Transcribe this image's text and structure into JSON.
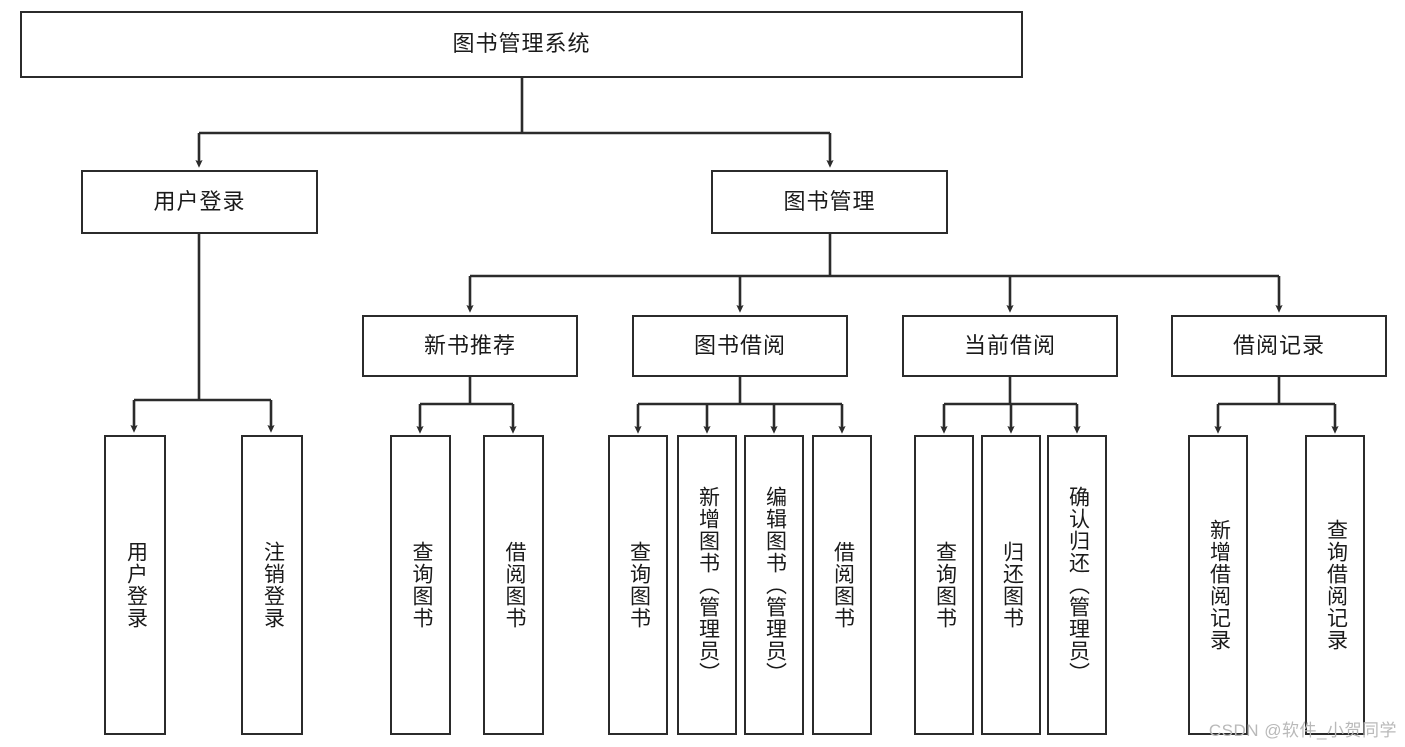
{
  "diagram": {
    "type": "tree-hierarchy",
    "title": "图书管理系统",
    "orientation": "top-down",
    "colors": {
      "box_border": "#2b2b2b",
      "box_fill": "#ffffff",
      "connector": "#2b2b2b",
      "text": "#1a1a1a",
      "watermark": "#b9b9b9"
    },
    "levels": {
      "root": {
        "label": "图书管理系统"
      },
      "level2": [
        {
          "id": "user-login",
          "label": "用户登录"
        },
        {
          "id": "book-management",
          "label": "图书管理"
        }
      ],
      "level3": [
        {
          "id": "new-book-recommend",
          "label": "新书推荐",
          "parent": "book-management"
        },
        {
          "id": "book-borrow",
          "label": "图书借阅",
          "parent": "book-management"
        },
        {
          "id": "current-borrow",
          "label": "当前借阅",
          "parent": "book-management"
        },
        {
          "id": "borrow-record",
          "label": "借阅记录",
          "parent": "book-management"
        }
      ],
      "leaves": [
        {
          "id": "leaf-user-login",
          "label": "用户登录",
          "parent": "user-login"
        },
        {
          "id": "leaf-logout-login",
          "label": "注销登录",
          "parent": "user-login"
        },
        {
          "id": "leaf-query-book-1",
          "label": "查询图书",
          "parent": "new-book-recommend"
        },
        {
          "id": "leaf-borrow-book-1",
          "label": "借阅图书",
          "parent": "new-book-recommend"
        },
        {
          "id": "leaf-query-book-2",
          "label": "查询图书",
          "parent": "book-borrow"
        },
        {
          "id": "leaf-add-book",
          "label": "新增图书（管理员）",
          "parent": "book-borrow"
        },
        {
          "id": "leaf-edit-book",
          "label": "编辑图书（管理员）",
          "parent": "book-borrow"
        },
        {
          "id": "leaf-borrow-book-2",
          "label": "借阅图书",
          "parent": "book-borrow"
        },
        {
          "id": "leaf-query-book-3",
          "label": "查询图书",
          "parent": "current-borrow"
        },
        {
          "id": "leaf-return-book",
          "label": "归还图书",
          "parent": "current-borrow"
        },
        {
          "id": "leaf-confirm-return",
          "label": "确认归还（管理员）",
          "parent": "current-borrow"
        },
        {
          "id": "leaf-add-record",
          "label": "新增借阅记录",
          "parent": "borrow-record"
        },
        {
          "id": "leaf-query-record",
          "label": "查询借阅记录",
          "parent": "borrow-record"
        }
      ]
    }
  },
  "watermark": {
    "text": "CSDN @软件_小贺同学"
  }
}
